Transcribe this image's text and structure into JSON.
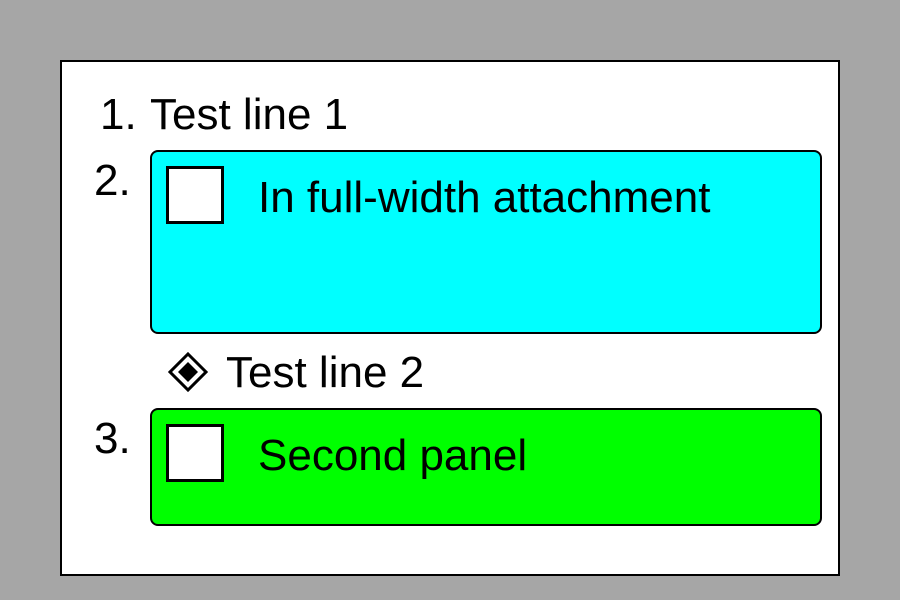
{
  "list": {
    "item1": {
      "marker": "1.",
      "text": "Test line 1"
    },
    "item2": {
      "marker": "2.",
      "panel": {
        "text": "In full-width attachment",
        "color": "#00ffff"
      }
    },
    "between": {
      "icon": "diamond-icon",
      "text": "Test line 2"
    },
    "item3": {
      "marker": "3.",
      "panel": {
        "text": "Second panel",
        "color": "#00ff00"
      }
    }
  }
}
